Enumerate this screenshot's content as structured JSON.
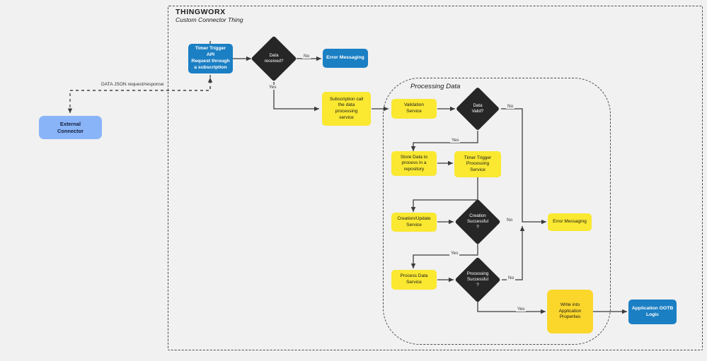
{
  "diagram": {
    "background_color": "#f1f1f1",
    "type": "flowchart"
  },
  "containers": {
    "thingworx": {
      "title": "THINGWORX",
      "subtitle": "Custom Connector Thing",
      "border_style": "dashed",
      "border_color": "#4d4d4d"
    },
    "processing": {
      "title": "Processing Data",
      "border_style": "dashed",
      "border_color": "#4d4d4d"
    }
  },
  "nodes": {
    "external_connector": {
      "label": "External\nConnector",
      "color": "#8ab4f8",
      "shape": "rounded-rect"
    },
    "timer_trigger_api": {
      "label": "Timer Trigger API\nRequest through\na subscription",
      "color": "#1b7fc4",
      "shape": "rounded-rect"
    },
    "data_received": {
      "label": "Data\nreceived?",
      "color": "#262626",
      "shape": "diamond"
    },
    "error_messaging_top": {
      "label": "Error Messaging",
      "color": "#1b7fc4",
      "shape": "rounded-rect"
    },
    "subscription_call": {
      "label": "Subscription call\nthe data\nprocessing\nservice",
      "color": "#fae831",
      "shape": "rounded-rect"
    },
    "validation_service": {
      "label": "Validation\nService",
      "color": "#fae831",
      "shape": "rounded-rect"
    },
    "data_valid": {
      "label": "Data\nValid?",
      "color": "#262626",
      "shape": "diamond"
    },
    "store_data": {
      "label": "Store Data to\nprocess in a\nrepository",
      "color": "#fae831",
      "shape": "rounded-rect"
    },
    "timer_trigger_processing": {
      "label": "Timer Trigger\nProcessing\nService",
      "color": "#fae831",
      "shape": "rounded-rect"
    },
    "creation_update_service": {
      "label": "Creation/Update\nService",
      "color": "#fae831",
      "shape": "rounded-rect"
    },
    "creation_successful": {
      "label": "Creation\nSuccessful\n?",
      "color": "#262626",
      "shape": "diamond"
    },
    "error_messaging_mid": {
      "label": "Error Messaging",
      "color": "#fae831",
      "shape": "rounded-rect"
    },
    "process_data_service": {
      "label": "Process Data\nService",
      "color": "#fae831",
      "shape": "rounded-rect"
    },
    "processing_successful": {
      "label": "Processing\nSuccessful\n?",
      "color": "#262626",
      "shape": "diamond"
    },
    "write_into_application_properties": {
      "label": "Write into\nApplication\nProperties",
      "color": "#fbd72b",
      "shape": "rounded-rect"
    },
    "application_ootb_logic": {
      "label": "Application OOTB\nLogic",
      "color": "#1b7fc4",
      "shape": "rounded-rect"
    }
  },
  "edge_labels": {
    "data_received_no": "No",
    "data_received_yes": "Yes",
    "data_valid_no": "No",
    "data_valid_yes": "Yes",
    "creation_no": "No",
    "creation_yes": "Yes",
    "processing_no": "No",
    "processing_yes": "Yes",
    "data_json": "DATA JSON request/response"
  }
}
